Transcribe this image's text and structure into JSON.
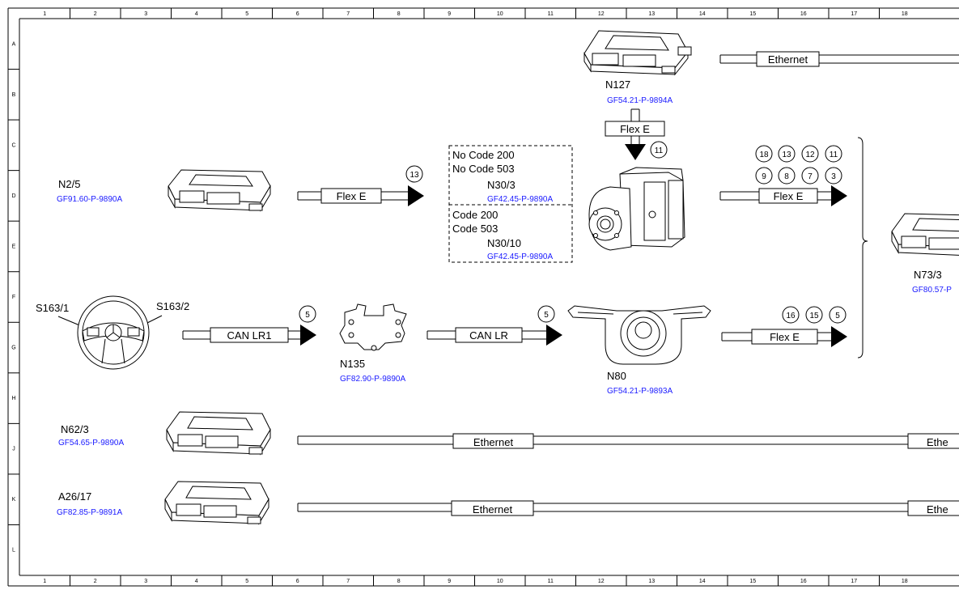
{
  "grid": {
    "columns": [
      "1",
      "2",
      "3",
      "4",
      "5",
      "6",
      "7",
      "8",
      "9",
      "10",
      "11",
      "12",
      "13",
      "14",
      "15",
      "16",
      "17",
      "18"
    ],
    "rows": [
      "A",
      "B",
      "C",
      "D",
      "E",
      "F",
      "G",
      "H",
      "J",
      "K",
      "L"
    ]
  },
  "components": {
    "n127": {
      "name": "N127",
      "ref": "GF54.21-P-9894A"
    },
    "n2_5": {
      "name": "N2/5",
      "ref": "GF91.60-P-9890A"
    },
    "n30_3": {
      "name": "N30/3",
      "ref": "GF42.45-P-9890A"
    },
    "n30_10": {
      "name": "N30/10",
      "ref": "GF42.45-P-9890A"
    },
    "n73_3": {
      "name": "N73/3",
      "ref": "GF80.57-P"
    },
    "s163_1": {
      "name": "S163/1"
    },
    "s163_2": {
      "name": "S163/2"
    },
    "n135": {
      "name": "N135",
      "ref": "GF82.90-P-9890A"
    },
    "n80": {
      "name": "N80",
      "ref": "GF54.21-P-9893A"
    },
    "n62_3": {
      "name": "N62/3",
      "ref": "GF54.65-P-9890A"
    },
    "a26_17": {
      "name": "A26/17",
      "ref": "GF82.85-P-9891A"
    }
  },
  "codes": {
    "no_code_200": "No Code 200",
    "no_code_503": "No Code 503",
    "code_200": "Code 200",
    "code_503": "Code 503"
  },
  "buses": {
    "ethernet_top": "Ethernet",
    "flex_e_down": "Flex E",
    "flex_e_n2_5": "Flex E",
    "flex_e_right": "Flex E",
    "can_lr1": "CAN LR1",
    "can_lr": "CAN LR",
    "flex_e_n80": "Flex E",
    "ethernet_n62_3": "Ethernet",
    "ethernet_n62_3_end": "Ethe",
    "ethernet_a26_17": "Ethernet",
    "ethernet_a26_17_end": "Ethe"
  },
  "markers": {
    "n2_5_arrow": [
      "13"
    ],
    "n127_arrow": [
      "11"
    ],
    "right_flex_row1": [
      "18",
      "13",
      "12",
      "11"
    ],
    "right_flex_row2": [
      "9",
      "8",
      "7",
      "3"
    ],
    "can_lr1": [
      "5"
    ],
    "can_lr": [
      "5"
    ],
    "n80_flex": [
      "16",
      "15",
      "5"
    ]
  }
}
